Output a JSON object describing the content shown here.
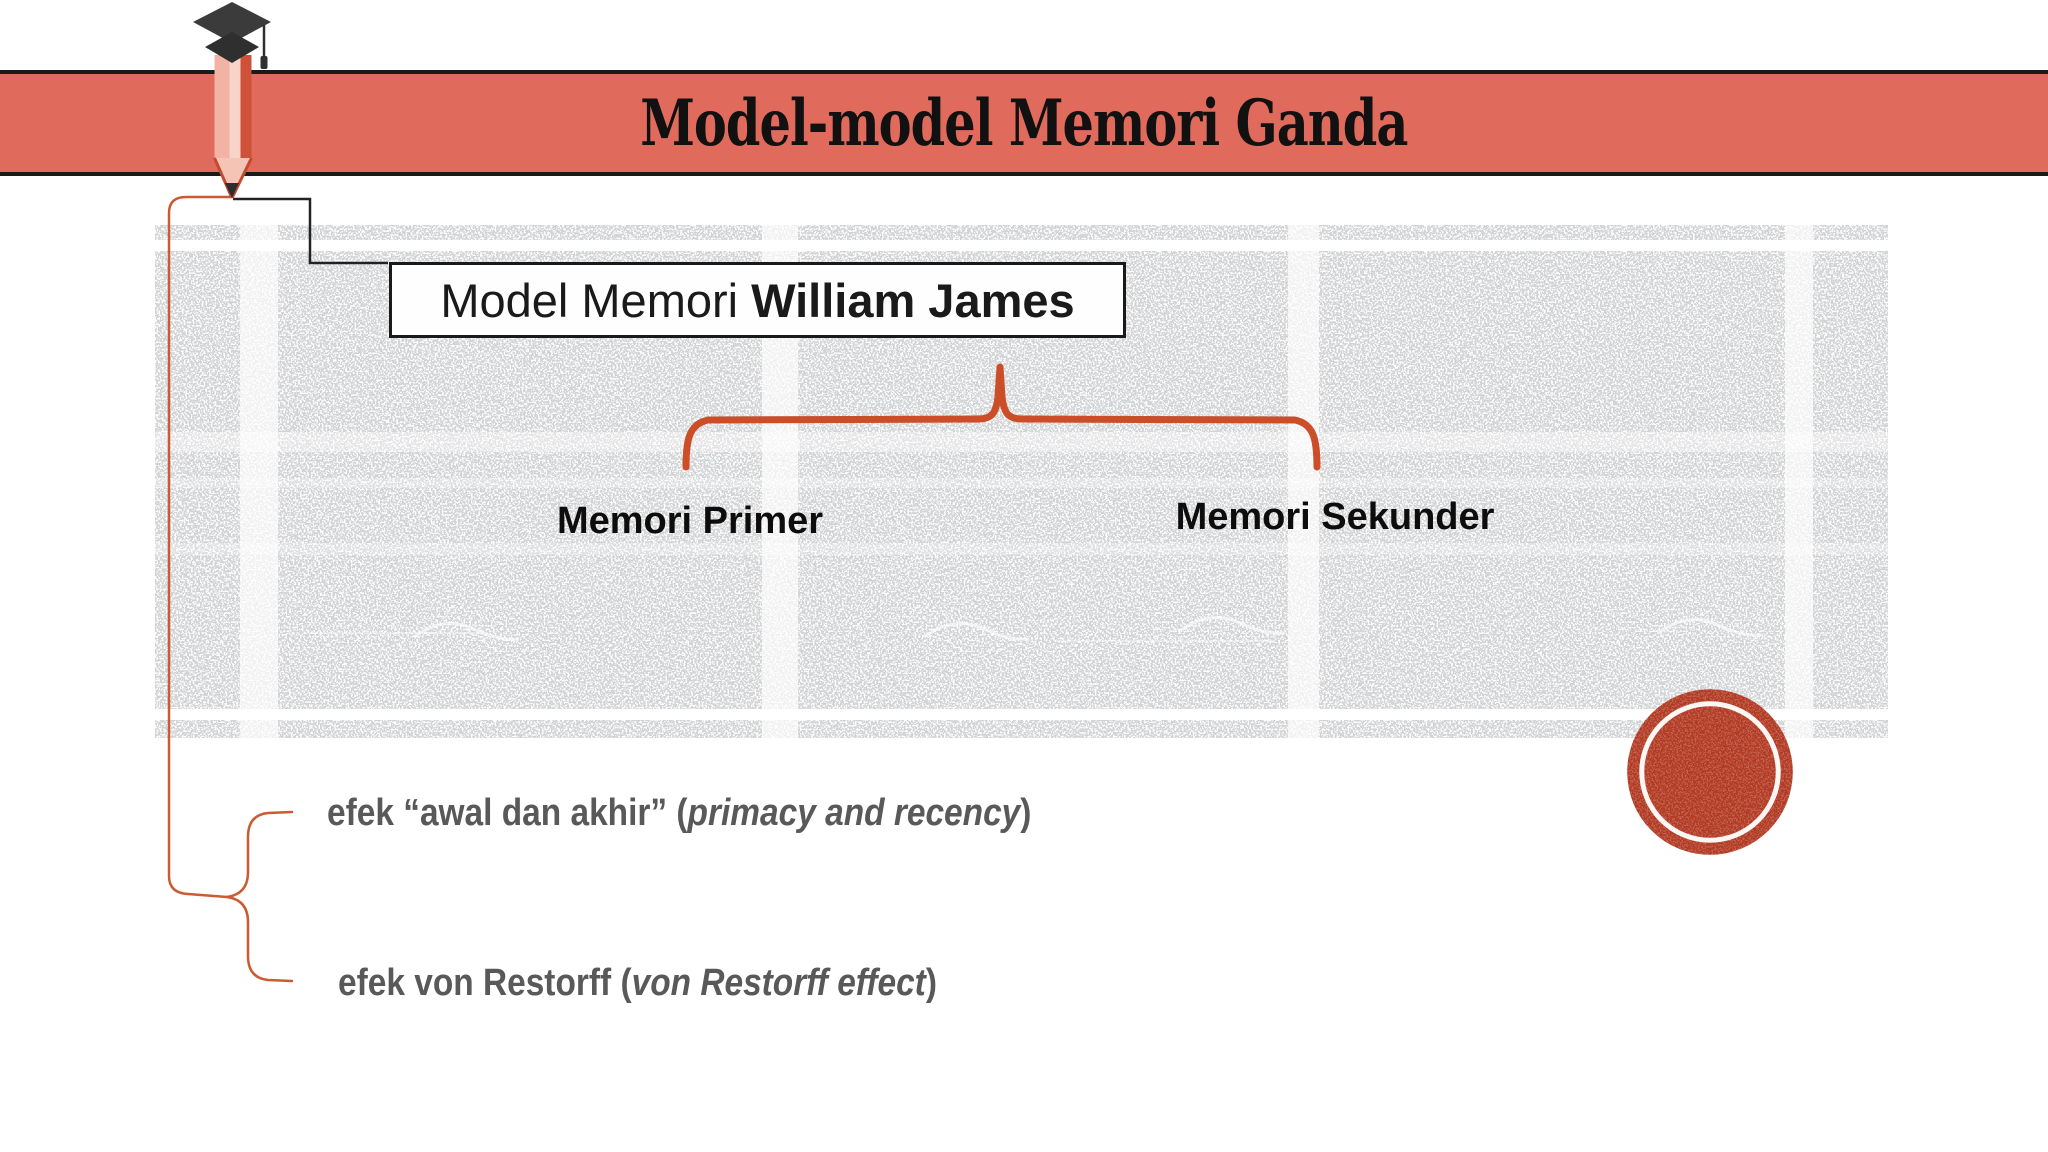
{
  "slide": {
    "title": "Model-model Memori Ganda",
    "concept_box": {
      "prefix": "Model Memori ",
      "name_bold": "William James"
    },
    "branches": [
      {
        "label": "Memori Primer"
      },
      {
        "label": "Memori Sekunder"
      }
    ],
    "effects": [
      {
        "lead": "efek “awal dan akhir” (",
        "italic": "primacy and recency",
        "close": ")"
      },
      {
        "lead": "efek von Restorff (",
        "italic": "von Restorff effect",
        "close": ")"
      }
    ],
    "icons": [
      "graduation-cap-icon",
      "pencil-icon",
      "stamp-circle-icon",
      "brace-icon"
    ],
    "colors": {
      "banner": "#E06A5B",
      "banner_border": "#1A1A1A",
      "connector_orange": "#CC4E28",
      "stamp_red": "#B23A23",
      "effect_text": "#595959",
      "texture_gray": "#D2D3D5",
      "title_text": "#111111",
      "box_text": "#1A1A1A"
    }
  }
}
